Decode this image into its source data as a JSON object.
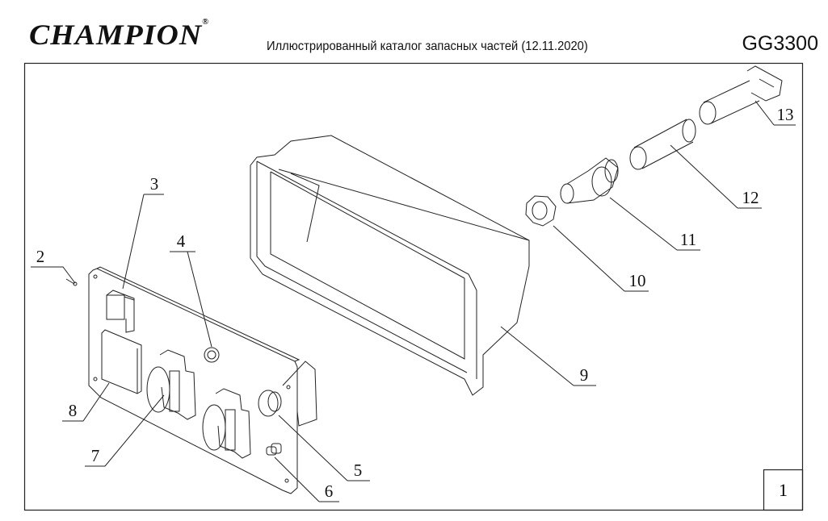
{
  "header": {
    "brand": "CHAMPION",
    "registered_mark": "®",
    "title": "Иллюстрированный каталог запасных частей (12.11.2020)",
    "model": "GG3300"
  },
  "diagram": {
    "callouts": [
      "2",
      "3",
      "4",
      "5",
      "6",
      "7",
      "8",
      "9",
      "10",
      "11",
      "12",
      "13"
    ]
  },
  "page_number": "1"
}
